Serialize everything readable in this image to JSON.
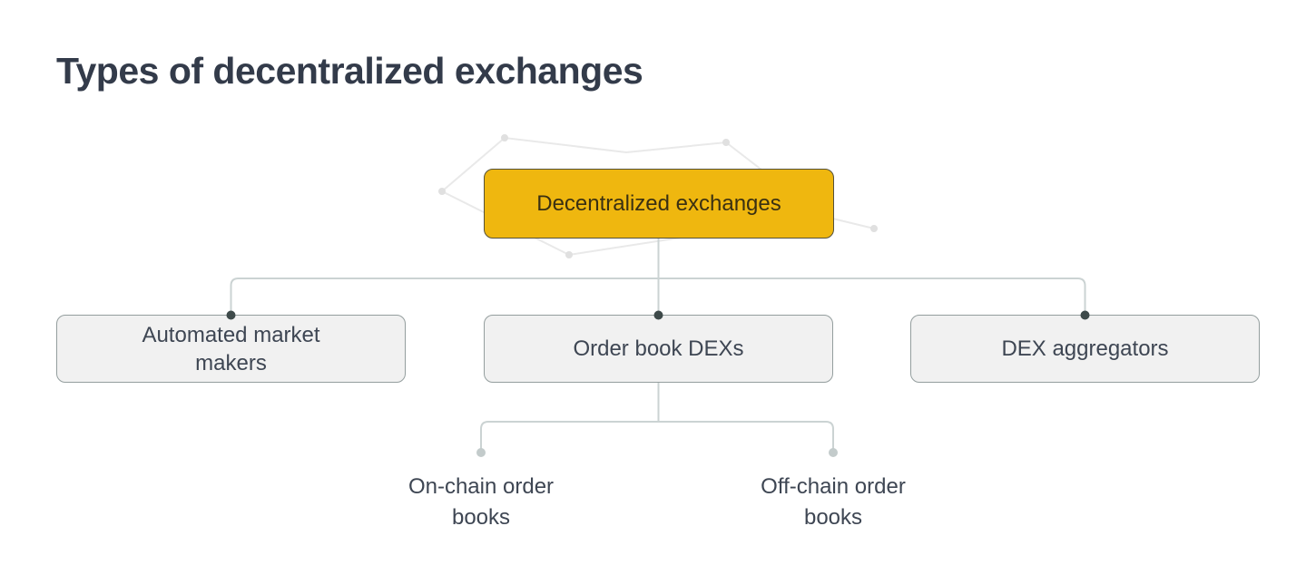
{
  "title": "Types of decentralized exchanges",
  "diagram": {
    "root": {
      "label": "Decentralized exchanges"
    },
    "children": [
      {
        "label": "Automated market makers"
      },
      {
        "label": "Order book DEXs"
      },
      {
        "label": "DEX aggregators"
      }
    ],
    "leaves": [
      {
        "label": "On-chain order books"
      },
      {
        "label": "Off-chain order books"
      }
    ]
  },
  "colors": {
    "background": "#FFFFFF",
    "title": "#333B4A",
    "root_fill": "#EFB70F",
    "root_border": "#55513A",
    "root_text": "#3A3012",
    "node_fill": "#F1F1F1",
    "node_border": "#949E9E",
    "node_text": "#3E4653",
    "connector": "#CBD3D3",
    "dot_dark": "#3E4A4A",
    "dot_light": "#C3CBCB",
    "decoration_line": "#E9E9E9",
    "decoration_dot": "#E0E0E0"
  }
}
